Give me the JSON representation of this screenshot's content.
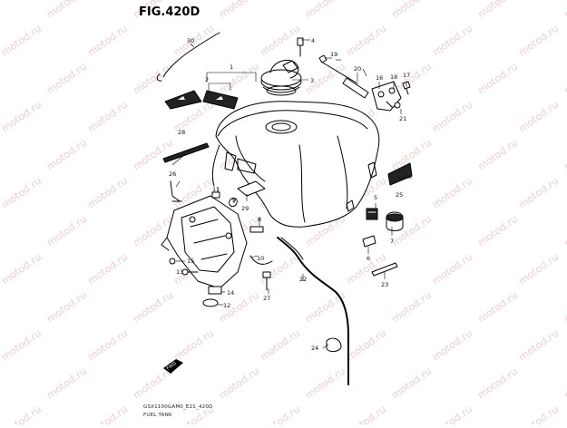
{
  "figure": {
    "title": "FIG.420D",
    "model_code": "GSX1100GAM0_E21_420D",
    "caption": "FUEL TANK"
  },
  "watermark": {
    "text": "motod.ru",
    "color": "#d9a7a7"
  },
  "callouts": {
    "p1": "1",
    "p2": "2",
    "p3": "3",
    "p4": "4",
    "p5": "5",
    "p6": "6",
    "p7": "7",
    "p8": "8",
    "p9": "9",
    "p10": "10",
    "p11": "11",
    "p12": "12",
    "p13": "13",
    "p14": "14",
    "p15": "15",
    "p16": "16",
    "p17": "17",
    "p18": "18",
    "p19": "19",
    "p20": "20",
    "p21": "21",
    "p22": "22",
    "p23": "23",
    "p24": "24",
    "p25": "25",
    "p26": "26",
    "p27": "27",
    "p28": "28",
    "p29": "29",
    "p30": "30"
  },
  "front_mark": "FWD"
}
